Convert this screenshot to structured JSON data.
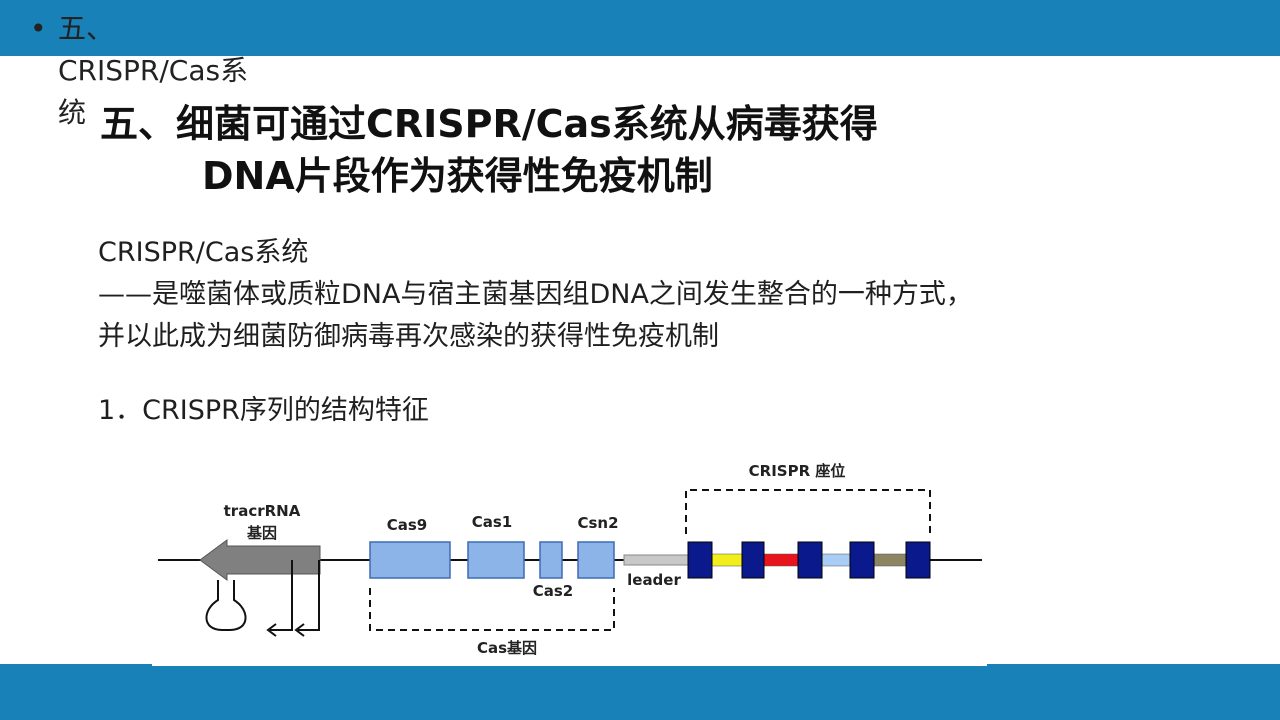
{
  "slide": {
    "bullet_placeholder": "五、\nCRISPR/Cas系\n统",
    "bullet_mark": "•",
    "title_line1": "五、细菌可通过CRISPR/Cas系统从病毒获得",
    "title_line2": "DNA片段作为获得性免疫机制",
    "body_line1": "CRISPR/Cas系统",
    "body_line2": "——是噬菌体或质粒DNA与宿主菌基因组DNA之间发生整合的一种方式，",
    "body_line3": "并以此成为细菌防御病毒再次感染的获得性免疫机制",
    "item1": "1．CRISPR序列的结构特征"
  },
  "diagram": {
    "tracr_label": "tracrRNA",
    "tracr_sub": "基因",
    "cas9": "Cas9",
    "cas1": "Cas1",
    "cas2": "Cas2",
    "csn2": "Csn2",
    "leader": "leader",
    "crispr_locus": "CRISPR 座位",
    "cas_genes": "Cas基因"
  },
  "colors": {
    "band": "#1781b8",
    "gene_box": "#8cb4e8",
    "repeat": "#0a1a8c",
    "spacers": [
      "#f2ee1a",
      "#e8141e",
      "#a9cdf5",
      "#8c8462"
    ],
    "leader": "#c8c8c8",
    "arrow": "#808080"
  }
}
